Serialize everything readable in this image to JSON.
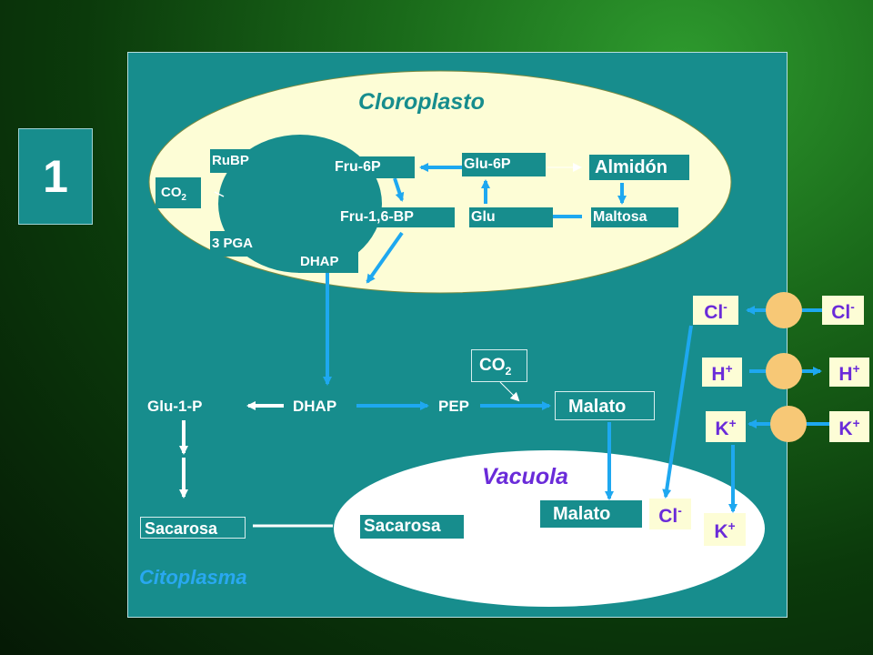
{
  "slide_number": "1",
  "compartments": {
    "chloroplast": "Cloroplasto",
    "vacuole": "Vacuola",
    "cytoplasm": "Citoplasma"
  },
  "chloroplast_nodes": {
    "rubp": "RuBP",
    "co2": "CO",
    "co2_sub": "2",
    "pga": "3 PGA",
    "dhap": "DHAP",
    "fru6p": "Fru-6P",
    "fru16bp": "Fru-1,6-BP",
    "glu6p": "Glu-6P",
    "glu": "Glu",
    "almidon": "Almidón",
    "maltosa": "Maltosa"
  },
  "cytoplasm_nodes": {
    "glu1p": "Glu-1-P",
    "dhap": "DHAP",
    "pep": "PEP",
    "co2": "CO",
    "co2_sub": "2",
    "malato": "Malato",
    "sacarosa": "Sacarosa"
  },
  "vacuole_nodes": {
    "malato": "Malato",
    "sacarosa": "Sacarosa"
  },
  "ions": {
    "cl": "Cl",
    "cl_sup": "-",
    "h": "H",
    "h_sup": "+",
    "k": "K",
    "k_sup": "+"
  },
  "colors": {
    "panel": "#178d8d",
    "pale_yellow": "#fdfdd6",
    "arrow_blue": "#1ea8f0",
    "chloroplast_text": "#178d8d",
    "vacuole_text": "#6a2bd9",
    "cytoplasm_text": "#29a8f0",
    "ion_text": "#6a2bd9",
    "transporter": "#f7c876"
  }
}
